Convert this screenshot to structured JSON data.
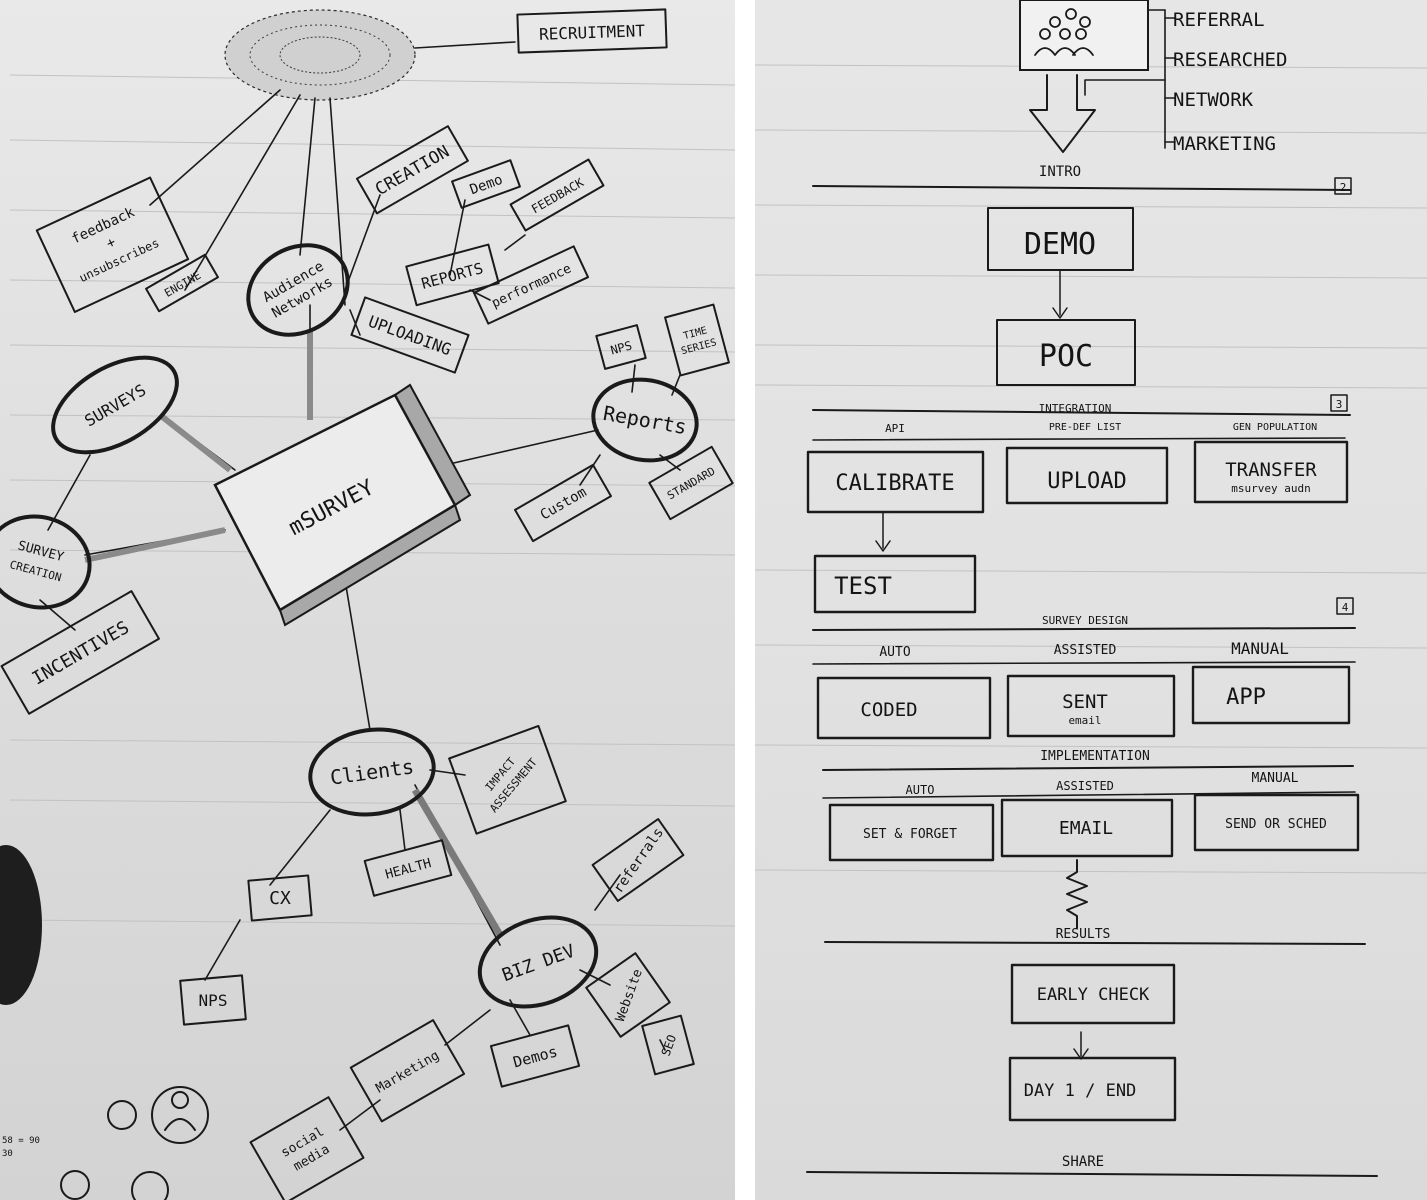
{
  "left": {
    "recruitment": "RECRUITMENT",
    "center": "mSURVEY",
    "surveys": "SURVEYS",
    "survey_creation": [
      "SURVEY",
      "CREATION"
    ],
    "incentives": "INCENTIVES",
    "feedback_unsubscribes": [
      "feedback",
      "+",
      "unsubscribes"
    ],
    "engine": "ENGINE",
    "audience_networks": [
      "Audience",
      "Networks"
    ],
    "creation": "CREATION",
    "uploading": "UPLOADING",
    "reports_small": "REPORTS",
    "demo": "Demo",
    "feedback": "FEEDBACK",
    "performance": "performance",
    "reports_big": "Reports",
    "nps_top": "NPS",
    "time_series": [
      "TIME",
      "SERIES"
    ],
    "custom": "Custom",
    "standard": "STANDARD",
    "clients": "Clients",
    "impact_assessment": [
      "IMPACT",
      "ASSESSMENT"
    ],
    "health": "HEALTH",
    "cx": "CX",
    "nps_bottom": "NPS",
    "biz_dev": "BIZ DEV",
    "referrals": "referrals",
    "website": "Website",
    "seo": "SEO",
    "demos": "Demos",
    "marketing": "Marketing",
    "social_media": [
      "social",
      "media"
    ],
    "margin_note": [
      "58 = 90",
      "30"
    ]
  },
  "right": {
    "channels": [
      "REFERRAL",
      "RESEARCHED",
      "NETWORK",
      "MARKETING"
    ],
    "intro": "INTRO",
    "step2": "2",
    "demo": "DEMO",
    "poc": "POC",
    "integration": "INTEGRATION",
    "step3": "3",
    "integration_cols": [
      "API",
      "PRE-DEF LIST",
      "GEN POPULATION"
    ],
    "calibrate": "CALIBRATE",
    "upload": "UPLOAD",
    "transfer": "TRANSFER",
    "transfer_sub": "msurvey audn",
    "test": "TEST",
    "survey_design": "SURVEY DESIGN",
    "step4": "4",
    "design_cols": [
      "AUTO",
      "ASSISTED",
      "MANUAL"
    ],
    "coded": "CODED",
    "sent": "SENT",
    "sent_sub": "email",
    "app": "APP",
    "implementation": "IMPLEMENTATION",
    "impl_cols": [
      "AUTO",
      "ASSISTED",
      "MANUAL"
    ],
    "set_forget": "SET & FORGET",
    "email": "EMAIL",
    "send_sched": "SEND OR SCHED",
    "results": "RESULTS",
    "early_check": "EARLY CHECK",
    "day1_end": "DAY 1 / END",
    "share": "SHARE"
  }
}
